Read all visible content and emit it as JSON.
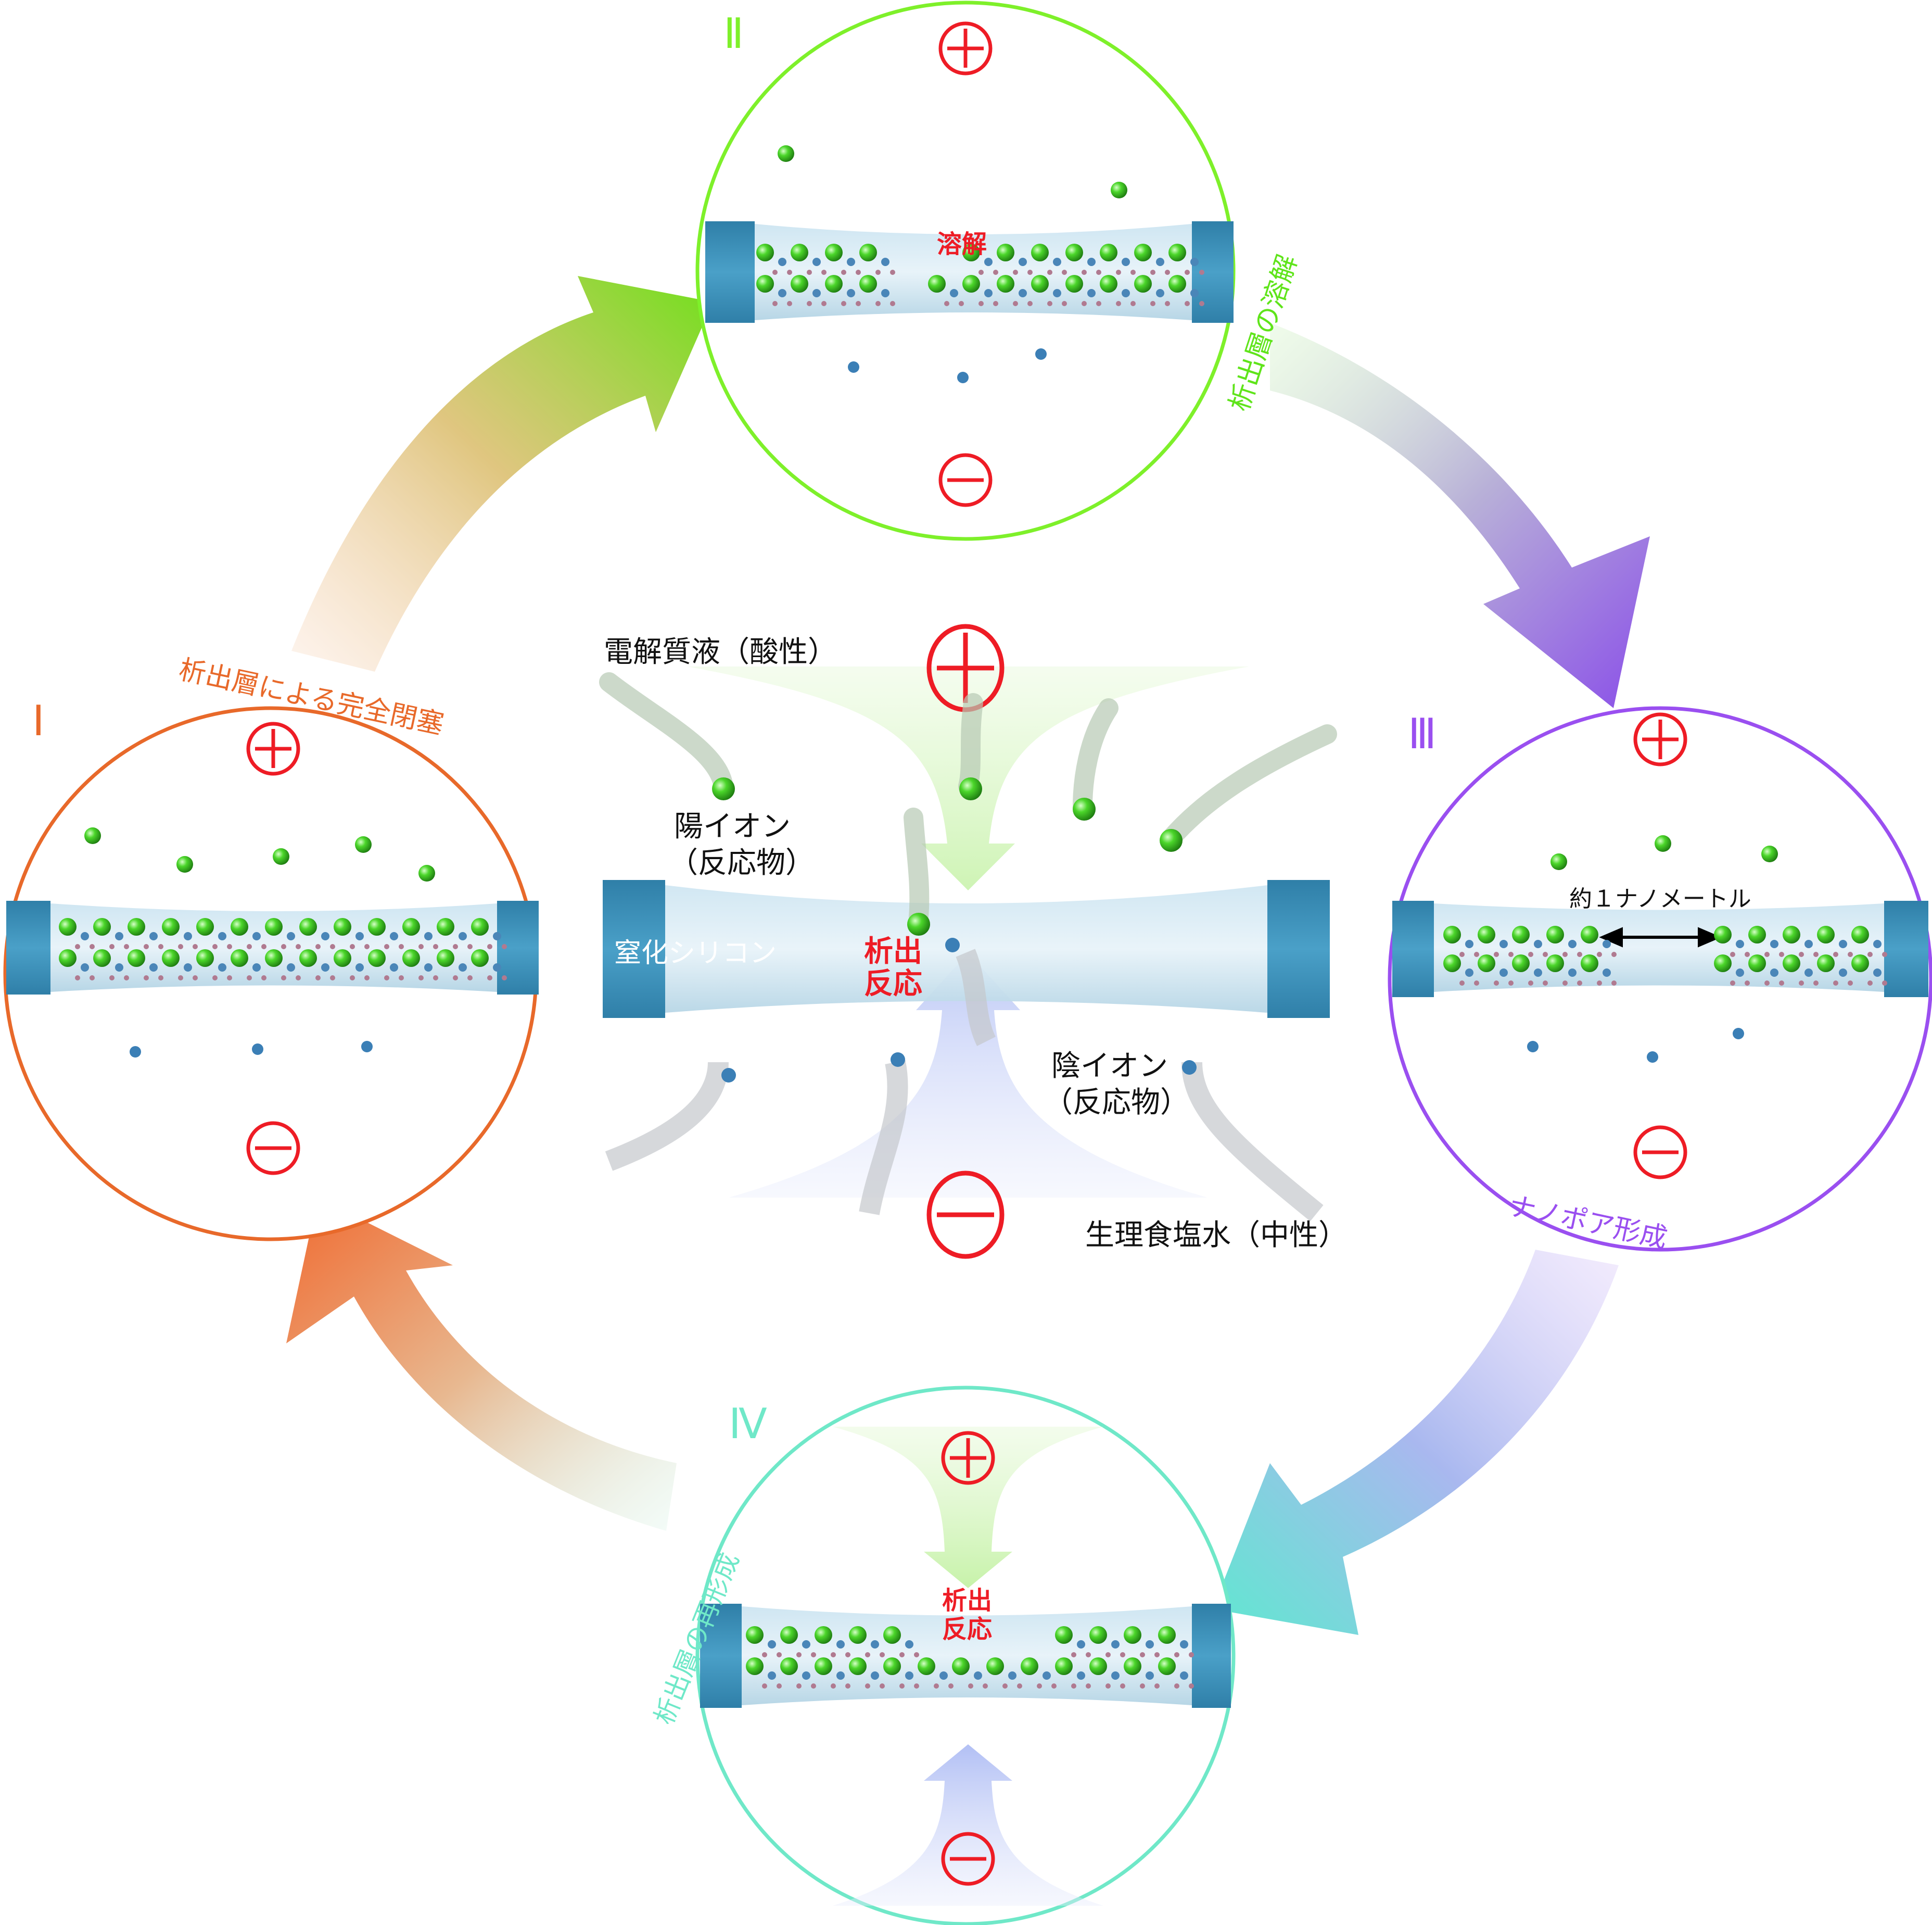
{
  "title": "Nanopore self-regulating cycle diagram",
  "colors": {
    "stage1": "#e8692a",
    "stage2": "#7ef02a",
    "stage3": "#9a4ff0",
    "stage4": "#6fe8c8",
    "electrode": "#ee1c25",
    "cation": "#3ccf2a",
    "membrane": "#3a8fb5"
  },
  "center": {
    "electrolyte_top": "電解質液（酸性）",
    "cation_label_1": "陽イオン",
    "cation_label_2": "（反応物）",
    "membrane_label": "窒化シリコン",
    "reaction_1": "析出",
    "reaction_2": "反応",
    "anion_label_1": "陰イオン",
    "anion_label_2": "（反応物）",
    "electrolyte_bottom": "生理食塩水（中性）",
    "plus_icon": "plus-electrode-icon",
    "minus_icon": "minus-electrode-icon"
  },
  "stages": [
    {
      "numeral": "Ⅰ",
      "caption": "析出層による完全閉塞"
    },
    {
      "numeral": "Ⅱ",
      "caption": "析出層の溶解",
      "inner_label": "溶解"
    },
    {
      "numeral": "Ⅲ",
      "caption": "ナノポア形成",
      "inner_label": "約１ナノメートル"
    },
    {
      "numeral": "Ⅳ",
      "caption": "析出層の再形成",
      "inner_label_1": "析出",
      "inner_label_2": "反応"
    }
  ]
}
